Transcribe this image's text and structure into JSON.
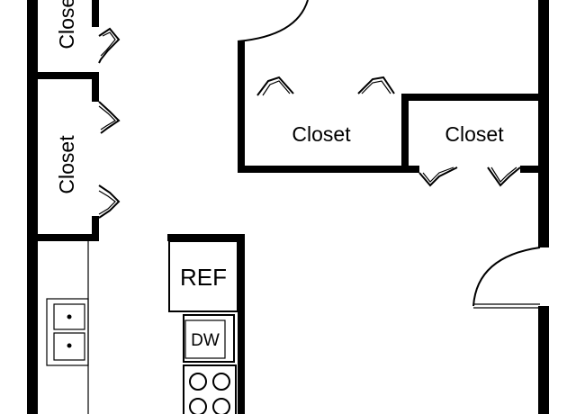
{
  "floor_plan": {
    "rooms": {
      "closet_top_left": "Closet",
      "closet_left": "Closet",
      "closet_center": "Closet",
      "closet_right": "Closet"
    },
    "appliances": {
      "refrigerator": "REF",
      "dishwasher": "DW"
    }
  },
  "colors": {
    "wall": "#000000",
    "background": "#ffffff"
  }
}
